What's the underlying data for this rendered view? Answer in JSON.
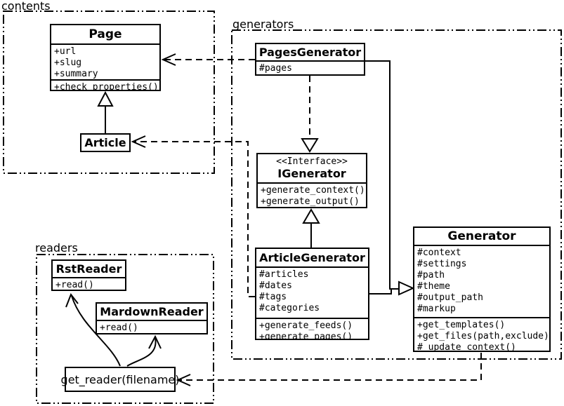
{
  "diagram": {
    "type": "uml-class-diagram",
    "colors": {
      "line": "#000000",
      "background": "#ffffff",
      "box_fill": "#ffffff"
    }
  },
  "packages": {
    "contents": {
      "label": "contents"
    },
    "generators": {
      "label": "generators"
    },
    "readers": {
      "label": "readers"
    }
  },
  "classes": {
    "page": {
      "title": "Page",
      "attributes": [
        "+url",
        "+slug",
        "+summary"
      ],
      "methods": [
        "+check_properties()"
      ]
    },
    "article": {
      "title": "Article"
    },
    "pages_generator": {
      "title": "PagesGenerator",
      "attributes": [
        "#pages"
      ]
    },
    "igenerator": {
      "stereotype": "<<Interface>>",
      "title": "IGenerator",
      "methods": [
        "+generate_context()",
        "+generate_output()"
      ]
    },
    "article_generator": {
      "title": "ArticleGenerator",
      "attributes": [
        "#articles",
        "#dates",
        "#tags",
        "#categories"
      ],
      "methods": [
        "+generate_feeds()",
        "+generate_pages()"
      ]
    },
    "generator": {
      "title": "Generator",
      "attributes": [
        "#context",
        "#settings",
        "#path",
        "#theme",
        "#output_path",
        "#markup"
      ],
      "methods": [
        "+get_templates()",
        "+get_files(path,exclude)",
        "#_update_context()"
      ]
    },
    "rst_reader": {
      "title": "RstReader",
      "methods": [
        "+read()"
      ]
    },
    "mardown_reader": {
      "title": "MardownReader",
      "methods": [
        "+read()"
      ]
    },
    "get_reader": {
      "title": "get_reader(filename)"
    }
  },
  "relations": {
    "article_to_page": "generalization",
    "pagesgenerator_to_page": "dashed-dependency",
    "articlegenerator_to_article": "dashed-dependency",
    "pagesgenerator_to_igenerator": "dashed-realization",
    "articlegenerator_to_igenerator": "generalization",
    "generators_to_generator": "generalization",
    "generator_to_getreader": "dashed-dependency",
    "getreader_to_rstreader": "curved-arrow",
    "getreader_to_mardownreader": "curved-arrow"
  }
}
